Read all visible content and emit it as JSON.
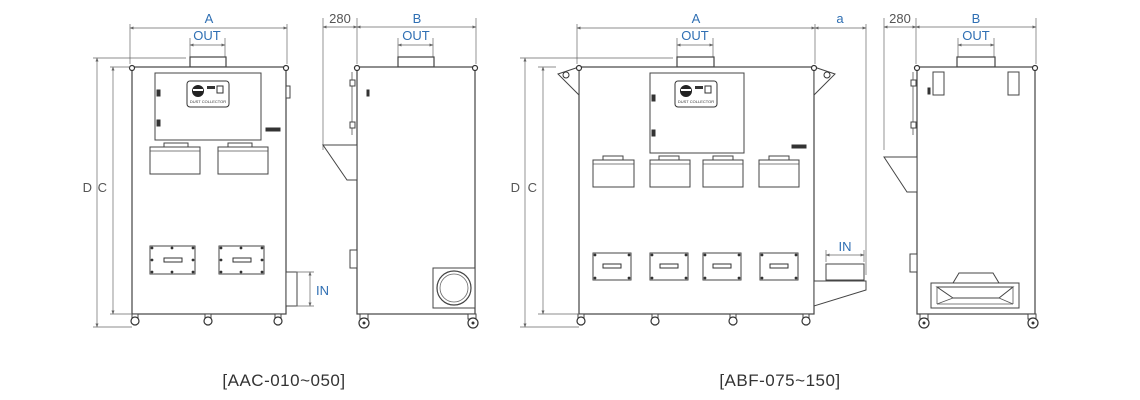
{
  "labels": {
    "dim_a": "A",
    "dim_b": "B",
    "dim_c": "C",
    "dim_d": "D",
    "dim_small_a": "a",
    "dim_280": "280",
    "out": "OUT",
    "in": "IN"
  },
  "logo_text": "DUST COLLECTOR",
  "captions": {
    "left": "[AAC-010~050]",
    "right": "[ABF-075~150]"
  }
}
